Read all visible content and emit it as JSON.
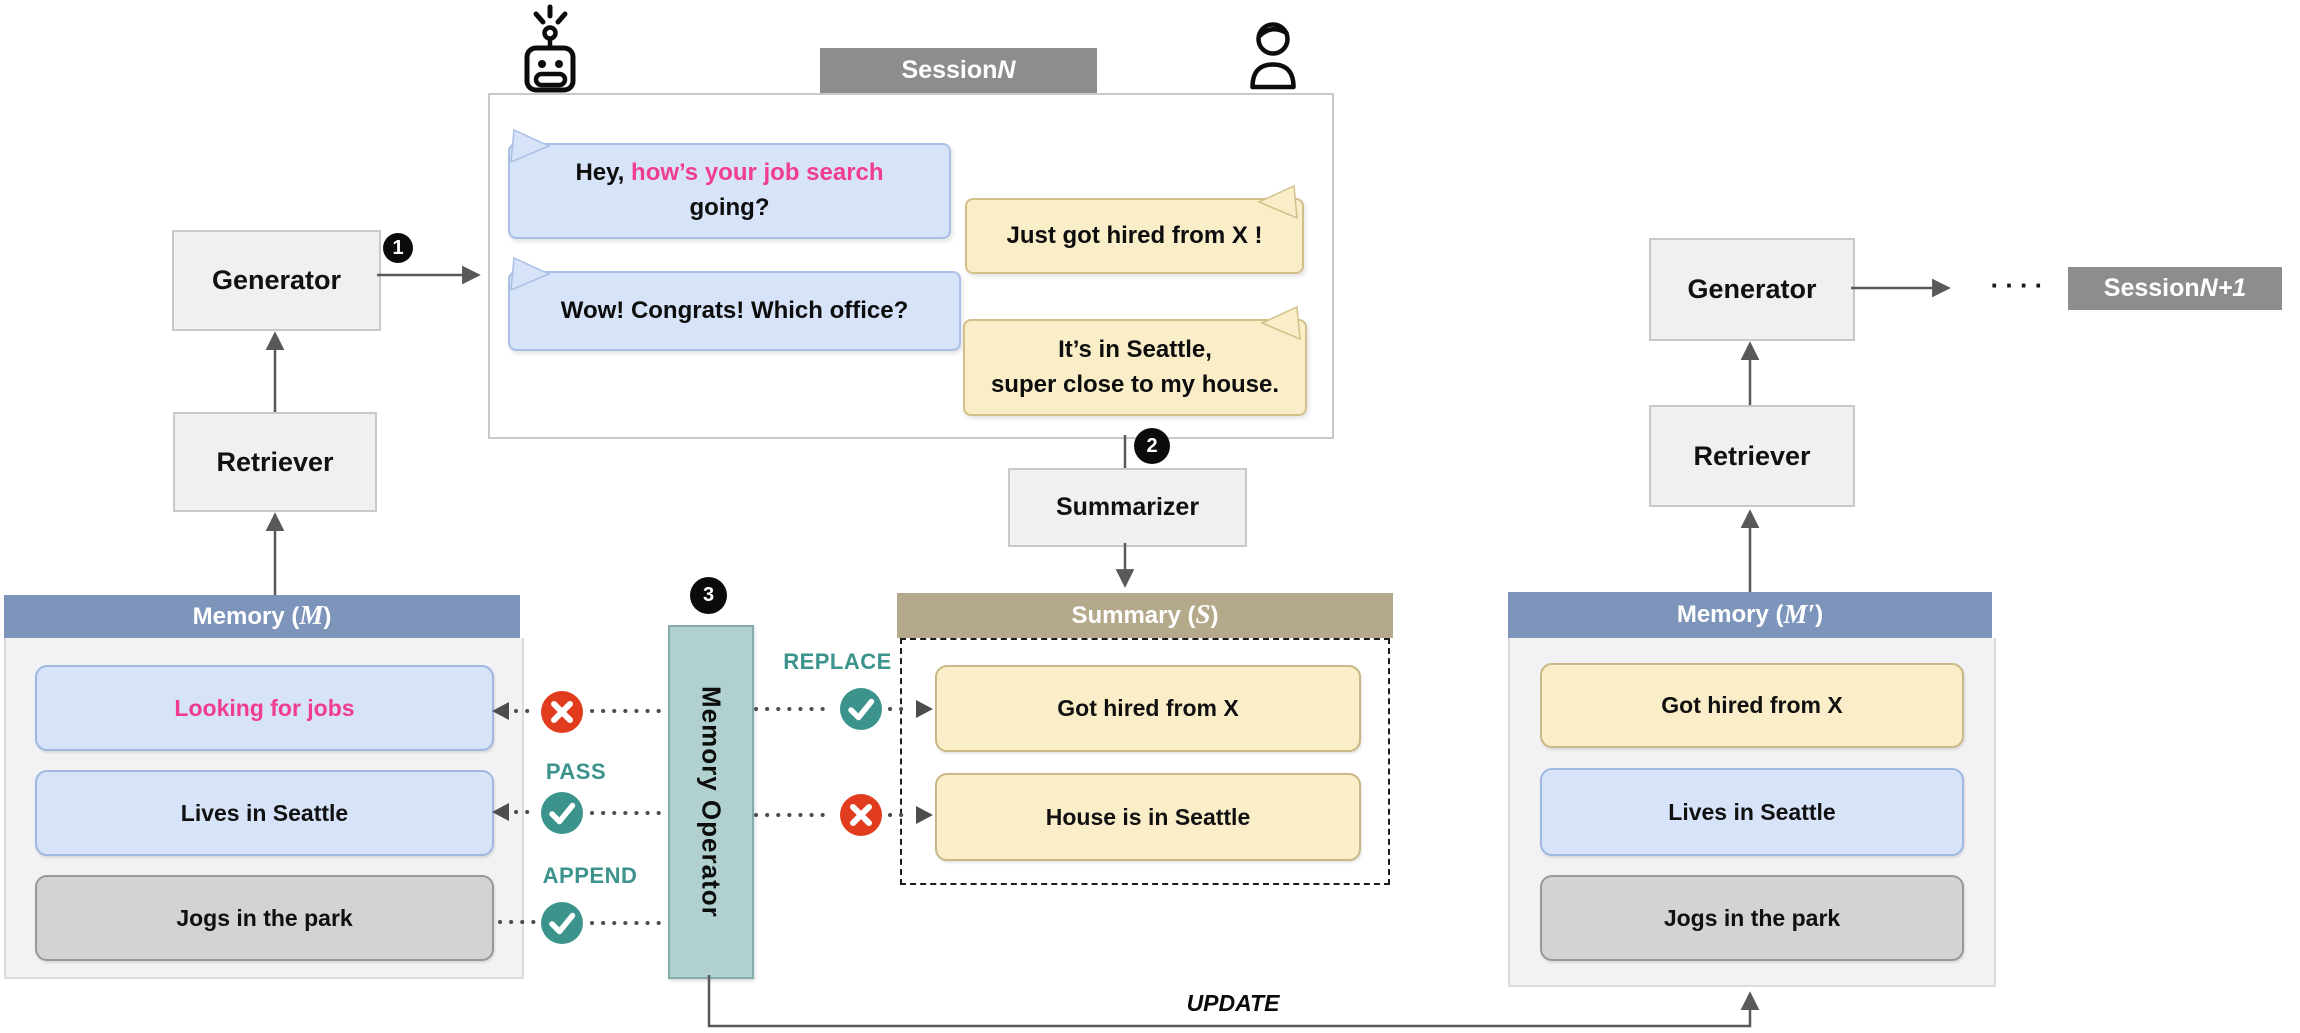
{
  "colors": {
    "session_header": "#8d8d8d",
    "memory_header": "#7e95bb",
    "summary_header": "#b5a98b",
    "component_box": "#f0eff1",
    "blue_bubble": "#d7e3f8",
    "yellow_bubble": "#faeec8",
    "gray_item": "#d3d2d4",
    "operator_box": "#b1d1d0",
    "teal_accent": "#3b938b",
    "red_accent": "#e23c1e",
    "pink_accent": "#f03d92"
  },
  "session": {
    "header_prefix": "Session ",
    "header_var": "N"
  },
  "chat": {
    "a1_black": "Hey, ",
    "a1_pink": "how’s your job search",
    "a1_line2": "going?",
    "a2": "Wow! Congrats! Which office?",
    "u1": "Just got hired from X !",
    "u2_line1": "It’s in Seattle,",
    "u2_line2": "super close to my house."
  },
  "badges": {
    "b1": "1",
    "b2": "2",
    "b3": "3"
  },
  "left": {
    "generator_label": "Generator",
    "retriever_label": "Retriever"
  },
  "memory": {
    "header_prefix": "Memory ( ",
    "header_var": "M",
    "header_suffix": " )",
    "items": [
      {
        "label": "Looking for jobs"
      },
      {
        "label": "Lives in Seattle"
      },
      {
        "label": "Jogs in the park"
      }
    ]
  },
  "operator": {
    "label": "Memory Operator",
    "replace_label": "REPLACE",
    "pass_label": "PASS",
    "append_label": "APPEND"
  },
  "summarizer": {
    "label": "Summarizer"
  },
  "summary": {
    "header_prefix": "Summary ( ",
    "header_var": "S",
    "header_suffix": " )",
    "items": [
      {
        "label": "Got hired from X"
      },
      {
        "label": "House is in Seattle"
      }
    ]
  },
  "right": {
    "generator_label": "Generator",
    "retriever_label": "Retriever",
    "ellipsis": "····",
    "session_prefix": "Session ",
    "session_var": "N+1"
  },
  "memory_updated": {
    "header_prefix": "Memory ( ",
    "header_var": "M′",
    "header_suffix": " )",
    "items": [
      {
        "label": "Got hired from X"
      },
      {
        "label": "Lives in Seattle"
      },
      {
        "label": "Jogs in the park"
      }
    ]
  },
  "update": {
    "label": "UPDATE"
  }
}
